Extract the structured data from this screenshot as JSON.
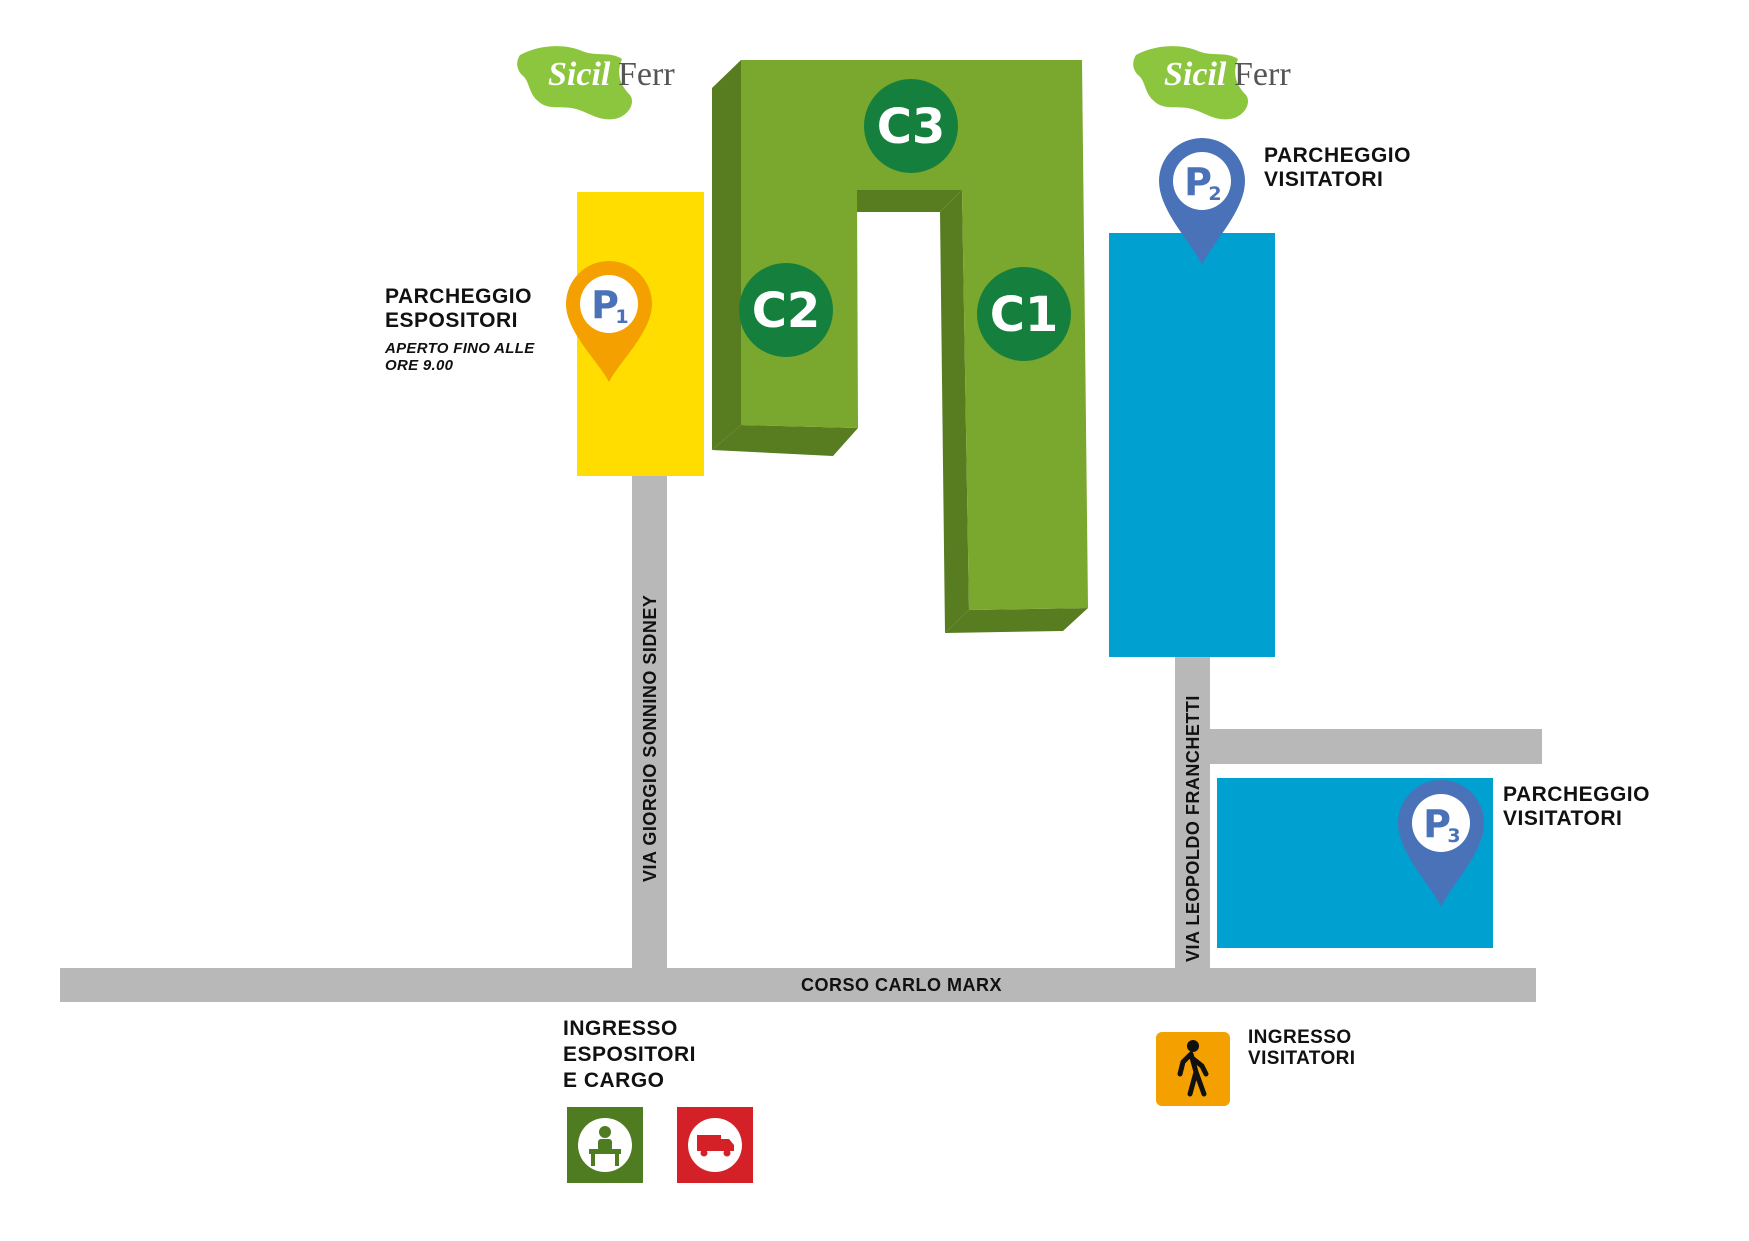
{
  "colors": {
    "road": "#b8b8b8",
    "building_light": "#7aa72e",
    "building_dark": "#587d21",
    "building_top": "#6b9227",
    "badge": "#15803d",
    "parking_exhibitors": "#ffdd00",
    "parking_visitors": "#00a0d1",
    "pin_orange": "#f4a000",
    "pin_blue": "#4a72b8",
    "logo_green": "#8cc63f",
    "cargo_red": "#d42127",
    "desk_green": "#4f7c21",
    "pedestrian_orange": "#f4a000"
  },
  "logos": [
    {
      "name": "sicilferr-logo",
      "text_a": "Sicil",
      "text_b": "Ferr"
    },
    {
      "name": "sicilferr-logo",
      "text_a": "Sicil",
      "text_b": "Ferr"
    }
  ],
  "buildings": [
    {
      "code": "C3"
    },
    {
      "code": "C2"
    },
    {
      "code": "C1"
    }
  ],
  "parking": {
    "p1": {
      "pin_letter": "P",
      "pin_number": "1",
      "title_line1": "PARCHEGGIO",
      "title_line2": "ESPOSITORI",
      "note_line1": "APERTO FINO ALLE",
      "note_line2": "ORE 9.00"
    },
    "p2": {
      "pin_letter": "P",
      "pin_number": "2",
      "title_line1": "PARCHEGGIO",
      "title_line2": "VISITATORI"
    },
    "p3": {
      "pin_letter": "P",
      "pin_number": "3",
      "title_line1": "PARCHEGGIO",
      "title_line2": "VISITATORI"
    }
  },
  "streets": {
    "main": "CORSO CARLO MARX",
    "west": "VIA GIORGIO SONNINO SIDNEY",
    "east": "VIA LEOPOLDO FRANCHETTI"
  },
  "entrances": {
    "exhibitors": {
      "line1": "INGRESSO",
      "line2": "ESPOSITORI",
      "line3": "E CARGO",
      "icons": [
        "reception-desk-icon",
        "cargo-truck-icon"
      ]
    },
    "visitors": {
      "line1": "INGRESSO",
      "line2": "VISITATORI",
      "icon": "pedestrian-icon"
    }
  }
}
